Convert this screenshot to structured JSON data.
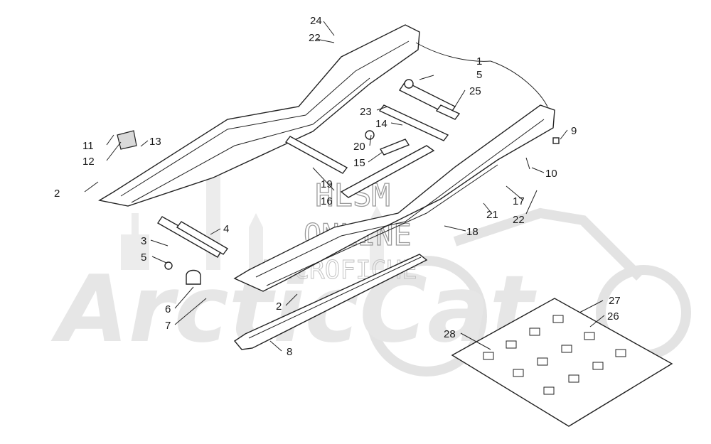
{
  "watermark": {
    "brand": "ArcticCat",
    "site_line1": "HLSM",
    "site_line2": "ONLINE",
    "site_line3": "MICROFICHE"
  },
  "callouts": [
    "1",
    "2",
    "2",
    "3",
    "4",
    "5",
    "5",
    "6",
    "7",
    "8",
    "9",
    "10",
    "11",
    "12",
    "13",
    "14",
    "15",
    "16",
    "17",
    "18",
    "19",
    "20",
    "21",
    "22",
    "22",
    "23",
    "24",
    "25",
    "26",
    "27",
    "28"
  ]
}
